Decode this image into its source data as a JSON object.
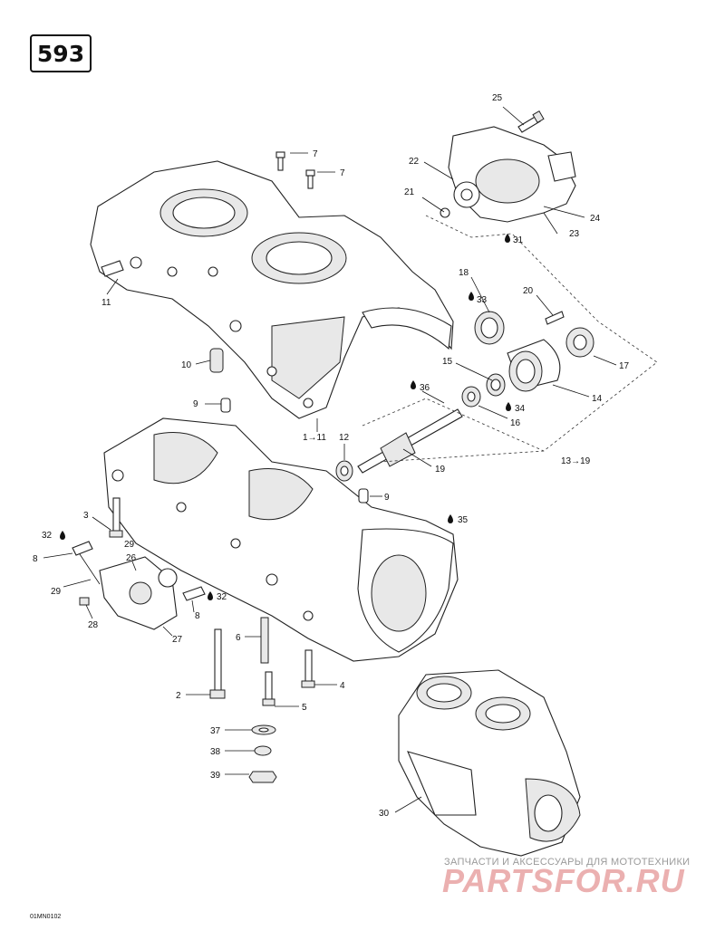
{
  "page_number": "593",
  "diagram_id": "01MN0102",
  "watermark": {
    "subtitle": "ЗАПЧАСТИ И АКСЕССУАРЫ ДЛЯ МОТОТЕХНИКИ",
    "brand": "PARTSFOR.RU"
  },
  "callouts": {
    "c1": "1→11",
    "c2": "2",
    "c3": "3",
    "c4": "4",
    "c5": "5",
    "c6": "6",
    "c7a": "7",
    "c7b": "7",
    "c8a": "8",
    "c8b": "8",
    "c9a": "9",
    "c9b": "9",
    "c10": "10",
    "c11": "11",
    "c12": "12",
    "c13": "13→19",
    "c14": "14",
    "c15": "15",
    "c16": "16",
    "c17": "17",
    "c18": "18",
    "c19": "19",
    "c20": "20",
    "c21": "21",
    "c22": "22",
    "c23": "23",
    "c24": "24",
    "c25": "25",
    "c26": "26",
    "c27": "27",
    "c28": "28",
    "c29a": "29",
    "c29b": "29",
    "c30": "30",
    "c31": "31",
    "c32a": "32",
    "c32b": "32",
    "c33": "33",
    "c34": "34",
    "c35": "35",
    "c36": "36",
    "c37": "37",
    "c38": "38",
    "c39": "39"
  }
}
